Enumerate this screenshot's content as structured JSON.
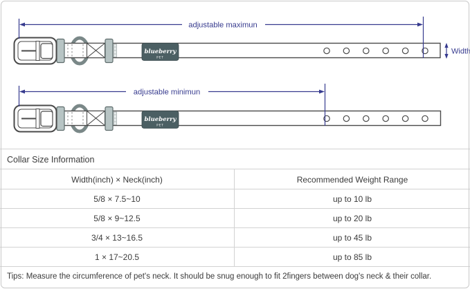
{
  "diagram": {
    "max_label": "adjustable maximun",
    "min_label": "adjustable minimun",
    "width_label": "Width",
    "brand": {
      "name": "blueberry",
      "sub": "PET"
    },
    "colors": {
      "dimension": "#363a8e",
      "collar_outline": "#4a4a4a",
      "keeper_fill": "#b7c4c4",
      "patch_bg": "#4b5f63",
      "patch_text": "#ffffff"
    }
  },
  "table": {
    "title": "Collar Size Information",
    "columns": {
      "size": "Width(inch) × Neck(inch)",
      "weight": "Recommended Weight Range"
    },
    "rows": [
      {
        "size": "5/8 × 7.5~10",
        "weight": "up to 10 lb"
      },
      {
        "size": "5/8 × 9~12.5",
        "weight": "up to 20 lb"
      },
      {
        "size": "3/4 × 13~16.5",
        "weight": "up to 45 lb"
      },
      {
        "size": "1 × 17~20.5",
        "weight": "up to 85 lb"
      }
    ],
    "tips": "Tips: Measure the circumference of pet's neck. It should be snug enough to fit 2fingers between dog's neck & their collar."
  }
}
